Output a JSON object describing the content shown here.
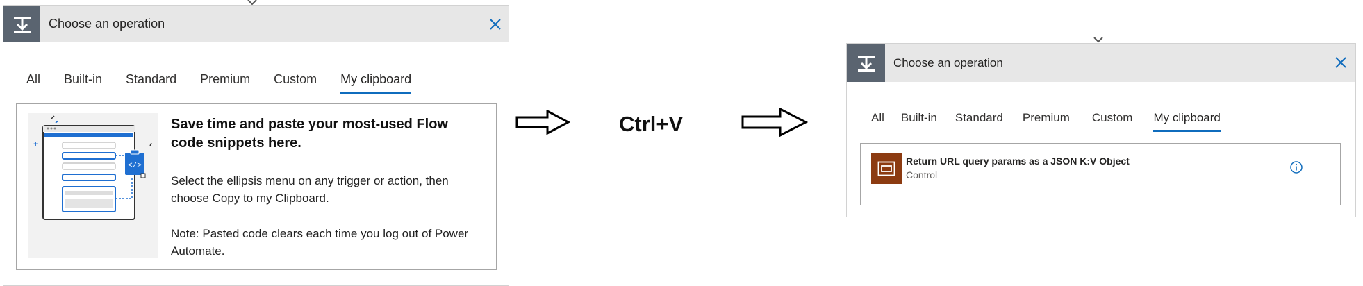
{
  "left_panel": {
    "title": "Choose an operation",
    "tabs": [
      {
        "label": "All"
      },
      {
        "label": "Built-in"
      },
      {
        "label": "Standard"
      },
      {
        "label": "Premium"
      },
      {
        "label": "Custom"
      },
      {
        "label": "My clipboard",
        "active": true
      }
    ],
    "clipboard_empty": {
      "heading": "Save time and paste your most-used Flow code snippets here.",
      "instruction": "Select the ellipsis menu on any trigger or action, then choose Copy to my Clipboard.",
      "note": "Note: Pasted code clears each time you log out of Power Automate."
    }
  },
  "transition": {
    "shortcut": "Ctrl+V"
  },
  "right_panel": {
    "title": "Choose an operation",
    "tabs": [
      {
        "label": "All"
      },
      {
        "label": "Built-in"
      },
      {
        "label": "Standard"
      },
      {
        "label": "Premium"
      },
      {
        "label": "Custom"
      },
      {
        "label": "My clipboard",
        "active": true
      }
    ],
    "items": [
      {
        "name": "Return URL query params as a JSON K:V Object",
        "connector": "Control"
      }
    ]
  },
  "colors": {
    "header_bg": "#e7e7e7",
    "op_icon_bg": "#5a6470",
    "accent_blue": "#0f6cbd",
    "control_icon_bg": "#8c3b11"
  },
  "icons": {
    "operation": "trigger-download-icon",
    "close": "close-icon",
    "info": "info-icon",
    "control": "control-scope-icon"
  }
}
